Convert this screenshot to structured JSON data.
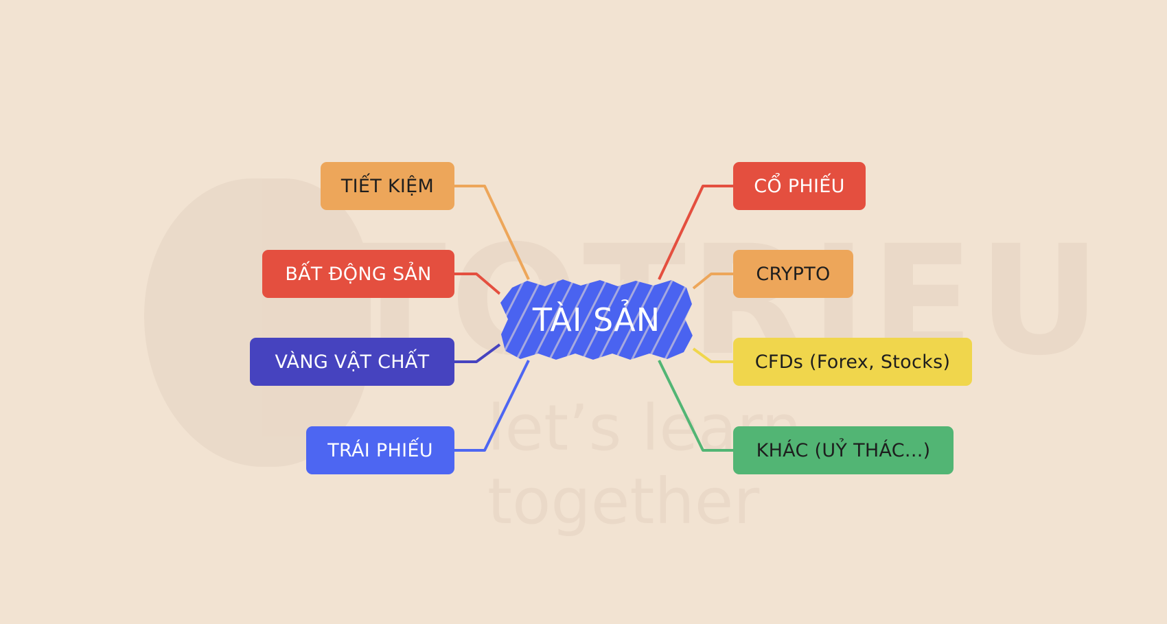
{
  "center": {
    "label": "TÀI SẢN",
    "color": "#4a63f0"
  },
  "left_nodes": [
    {
      "id": "tiet-kiem",
      "label": "TIẾT KIỆM",
      "bg": "#eda65a",
      "fg": "#1e1e1e",
      "line": "#eda65a"
    },
    {
      "id": "bat-dong-san",
      "label": "BẤT ĐỘNG SẢN",
      "bg": "#e44f3f",
      "fg": "#ffffff",
      "line": "#e44f3f"
    },
    {
      "id": "vang-vat-chat",
      "label": "VÀNG VẬT CHẤT",
      "bg": "#4643bf",
      "fg": "#ffffff",
      "line": "#4643bf"
    },
    {
      "id": "trai-phieu",
      "label": "TRÁI PHIẾU",
      "bg": "#4d66f2",
      "fg": "#ffffff",
      "line": "#4d66f2"
    }
  ],
  "right_nodes": [
    {
      "id": "co-phieu",
      "label": "CỔ PHIẾU",
      "bg": "#e44f3f",
      "fg": "#ffffff",
      "line": "#e44f3f"
    },
    {
      "id": "crypto",
      "label": "CRYPTO",
      "bg": "#eda65a",
      "fg": "#1e1e1e",
      "line": "#eda65a"
    },
    {
      "id": "cfds",
      "label": "CFDs (Forex, Stocks)",
      "bg": "#f0d64c",
      "fg": "#1e1e1e",
      "line": "#f0d64c"
    },
    {
      "id": "khac",
      "label": "KHÁC (UỶ THÁC...)",
      "bg": "#52b574",
      "fg": "#1e1e1e",
      "line": "#52b574"
    }
  ],
  "watermark": {
    "brand": "TOTRIEU",
    "tagline": "let’s learn together"
  }
}
